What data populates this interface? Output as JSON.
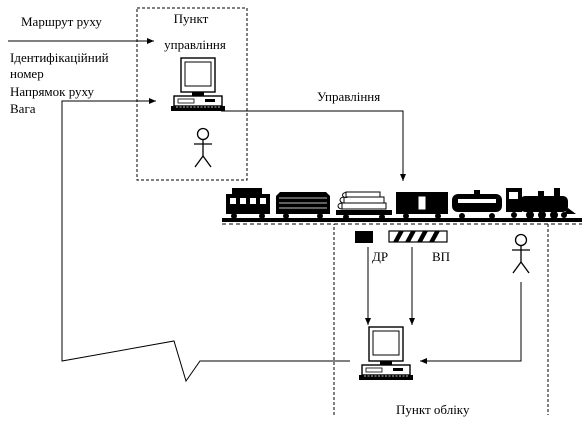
{
  "labels": {
    "route": "Маршрут руху",
    "id_line1": "Ідентифікаційний",
    "id_line2": "номер",
    "direction": "Напрямок руху",
    "weight": "Вага",
    "control_point_line1": "Пункт",
    "control_point_line2": "управління",
    "control": "Управління",
    "dr": "ДР",
    "vp": "ВП",
    "accounting_point": "Пункт обліку"
  },
  "icons": [
    "computer-icon",
    "person-icon",
    "train-icon",
    "sensor-icon",
    "weighing-platform-icon"
  ]
}
